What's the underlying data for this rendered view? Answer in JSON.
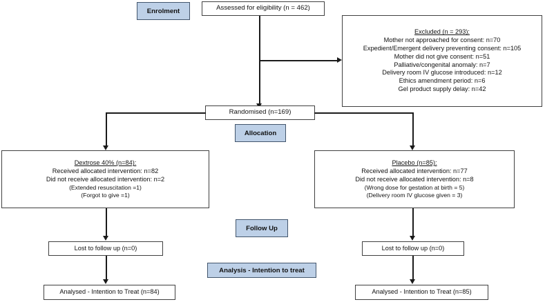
{
  "title": "CONSORT participant flow diagram",
  "theme": {
    "stage_fill": "#bdd0e7",
    "stage_border": "#41546b",
    "box_border": "#3f3f3f",
    "box_fill": "#ffffff",
    "line_color": "#1a1a1a",
    "text_color": "#111111"
  },
  "stages": {
    "enrolment": "Enrolment",
    "allocation": "Allocation",
    "follow_up": "Follow Up",
    "analysis": "Analysis - Intention to treat"
  },
  "enrolment": {
    "assessed": "Assessed for eligibility (n = 462)",
    "excluded": {
      "heading": "Excluded (n = 293):",
      "reasons": [
        "Mother not approached for consent: n=70",
        "Expedient/Emergent delivery preventing consent: n=105",
        "Mother did not give consent: n=51",
        "Palliative/congenital anomaly: n=7",
        "Delivery room IV glucose introduced: n=12",
        "Ethics amendment period: n=6",
        "Gel product supply delay: n=42"
      ]
    },
    "randomised": "Randomised (n=169)"
  },
  "arms": {
    "left": {
      "heading": "Dextrose 40% (n=84):",
      "lines": [
        "Received allocated intervention: n=82",
        "Did not receive allocated intervention: n=2"
      ],
      "notes": [
        "(Extended resuscitation =1)",
        "(Forgot to give =1)"
      ],
      "lost": "Lost to follow up (n=0)",
      "analysed": "Analysed - Intention to Treat (n=84)"
    },
    "right": {
      "heading": "Placebo (n=85):",
      "lines": [
        "Received allocated intervention: n=77",
        "Did not receive allocated intervention: n=8"
      ],
      "notes": [
        "(Wrong dose for gestation at birth = 5)",
        "(Delivery room IV glucose given = 3)"
      ],
      "lost": "Lost to follow up (n=0)",
      "analysed": "Analysed - Intention to Treat (n=85)"
    }
  }
}
